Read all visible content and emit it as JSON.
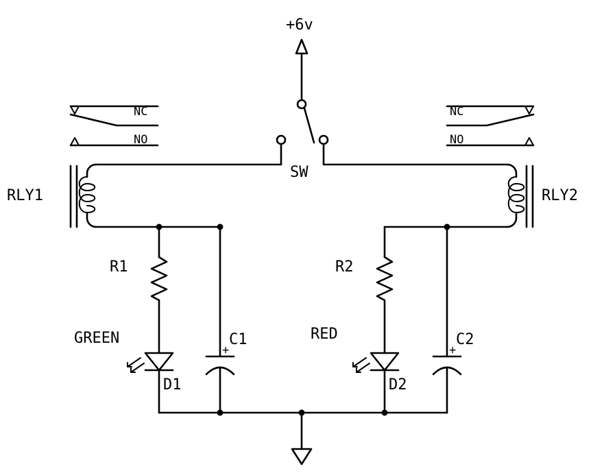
{
  "labels": {
    "supply": "+6v",
    "switch": "SW",
    "relay1": "RLY1",
    "relay2": "RLY2",
    "resistor1": "R1",
    "resistor2": "R2",
    "led1_color": "GREEN",
    "led2_color": "RED",
    "diode1": "D1",
    "diode2": "D2",
    "cap1": "C1",
    "cap2": "C2",
    "contact_nc": "NC",
    "contact_no": "NO",
    "polarity": "+"
  }
}
